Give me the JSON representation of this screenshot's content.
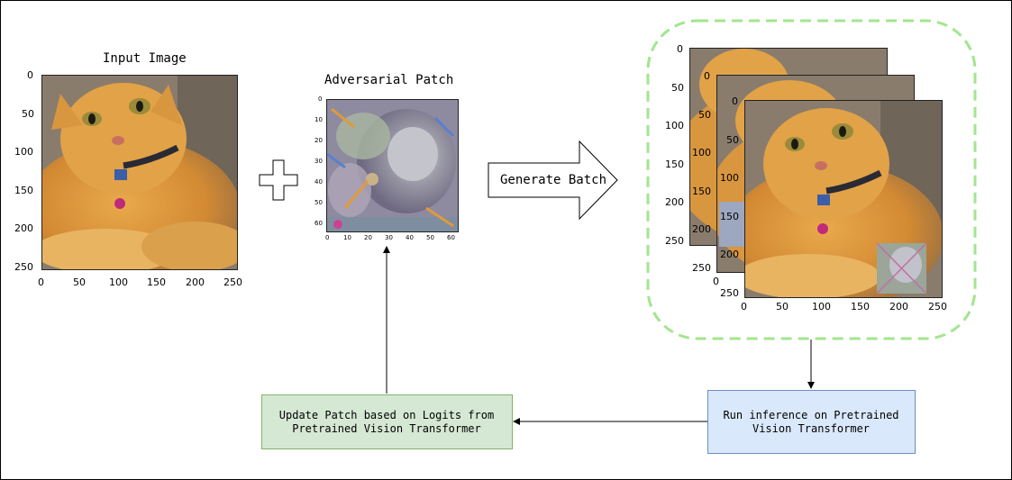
{
  "input_image": {
    "title": "Input Image",
    "y_ticks": [
      "0",
      "50",
      "100",
      "150",
      "200",
      "250"
    ],
    "x_ticks": [
      "0",
      "50",
      "100",
      "150",
      "200",
      "250"
    ]
  },
  "patch": {
    "title": "Adversarial Patch",
    "y_ticks": [
      "0",
      "10",
      "20",
      "30",
      "40",
      "50",
      "60"
    ],
    "x_ticks": [
      "0",
      "10",
      "20",
      "30",
      "40",
      "50",
      "60"
    ]
  },
  "generate_batch": {
    "label": "Generate Batch"
  },
  "batch": {
    "back_y_ticks": [
      "0",
      "50",
      "100",
      "150",
      "200",
      "250"
    ],
    "mid_y_ticks": [
      "0",
      "50",
      "100",
      "150",
      "200",
      "250"
    ],
    "front_y_ticks": [
      "0",
      "50",
      "100",
      "150",
      "200",
      "250"
    ],
    "front_x_ticks": [
      "0",
      "50",
      "100",
      "150",
      "200",
      "250"
    ],
    "mid_x_ticks": [
      "0"
    ]
  },
  "inference_box": {
    "label": "Run inference on Pretrained Vision Transformer"
  },
  "update_box": {
    "label": "Update Patch based on Logits from Pretrained Vision Transformer"
  },
  "colors": {
    "dashed_border": "#a3e58f",
    "inference_fill": "#dae8fc",
    "inference_stroke": "#6c8ebf",
    "update_fill": "#d5e8d4",
    "update_stroke": "#82b366"
  }
}
